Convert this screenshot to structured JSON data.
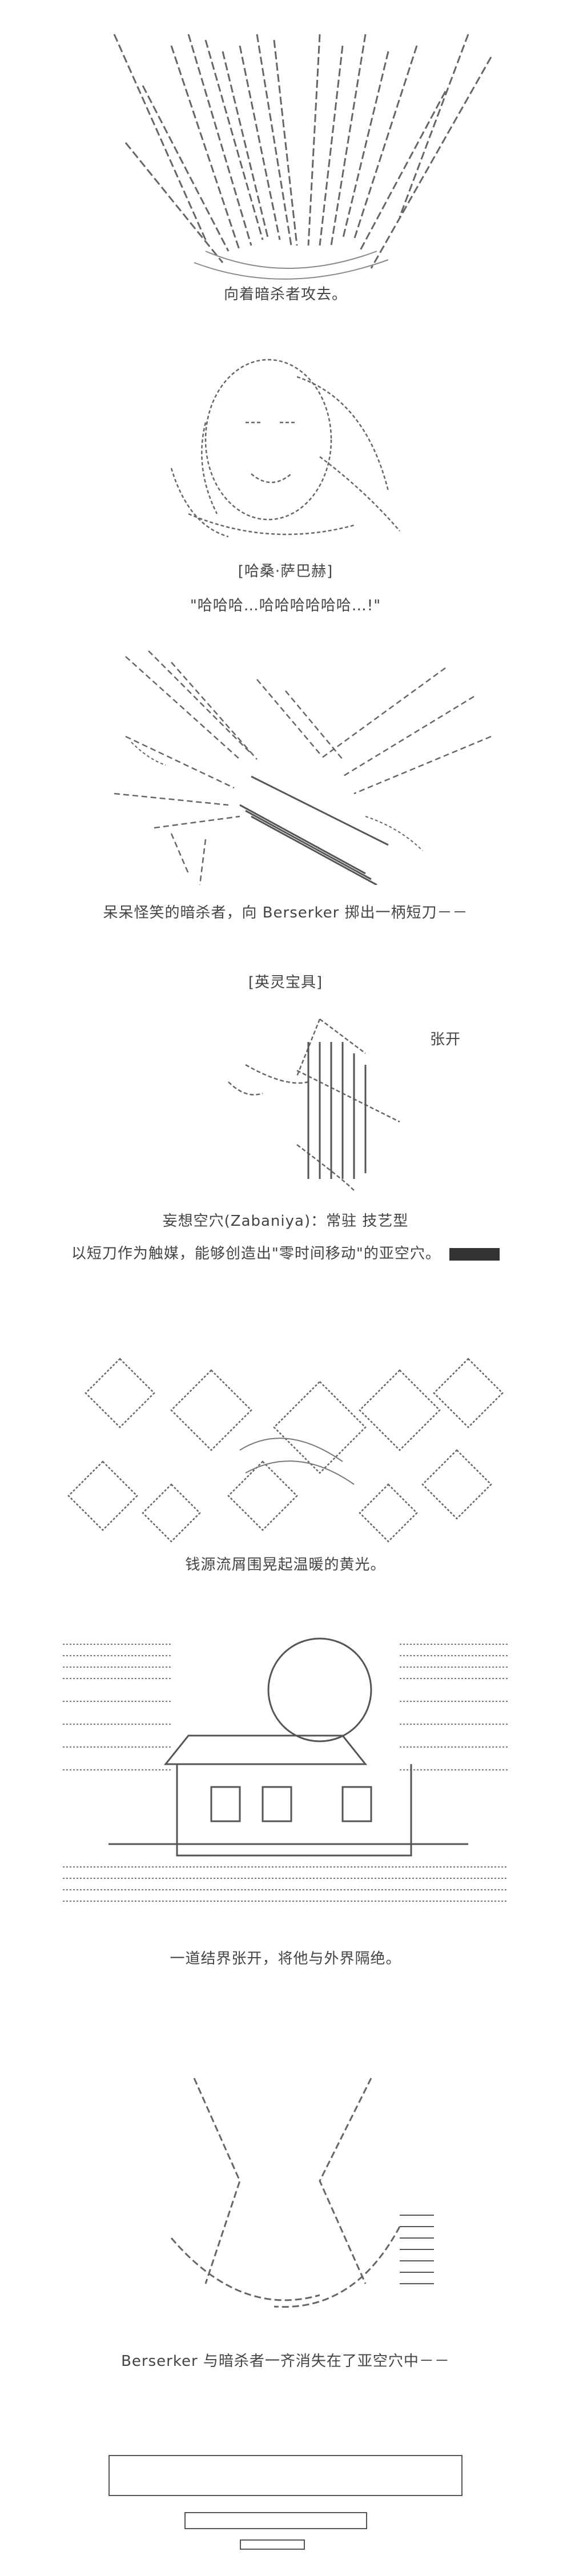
{
  "captions": {
    "c1": "向着暗杀者攻去。",
    "c2_name": "[哈桑·萨巴赫]",
    "c2_line": "\"哈哈哈…哈哈哈哈哈哈…!\"",
    "c3": "呆呆怪笑的暗杀者，向 Berserker 掷出一柄短刀－－",
    "c4_title": "[英灵宝具]",
    "c4_sfx": "张开",
    "c4_line1": "妄想空穴(Zabaniya)：常驻 技艺型",
    "c4_line2": "以短刀作为触媒，能够创造出\"零时间移动\"的亚空穴。",
    "c5": "钱源流屑围晃起温暖的黄光。",
    "c6": "一道结界张开，将他与外界隔绝。",
    "c7": "Berserker 与暗杀者一齐消失在了亚空穴中－－"
  },
  "colors": {
    "ink": "#333333",
    "redacted": "#333333"
  }
}
